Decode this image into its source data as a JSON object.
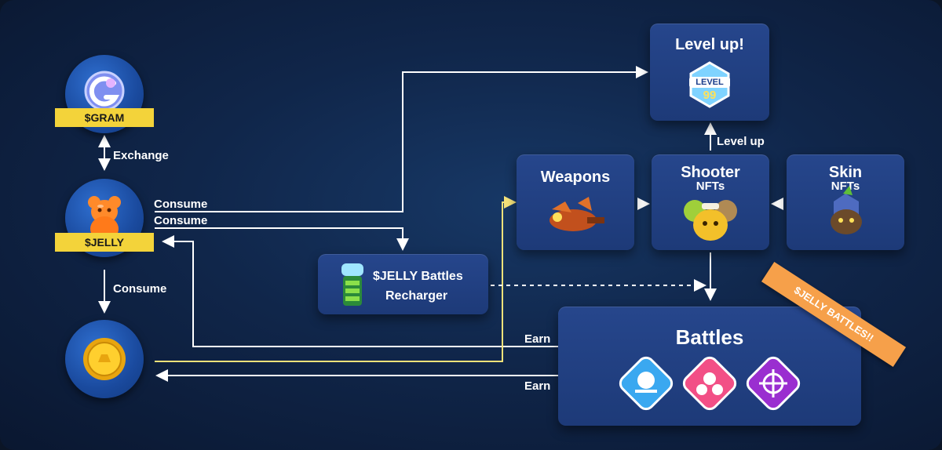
{
  "tokens": {
    "gram_label": "$GRAM",
    "jelly_label": "$JELLY"
  },
  "labels": {
    "exchange": "Exchange",
    "consume_top": "Consume",
    "consume_mid": "Consume",
    "consume_left": "Consume",
    "earn_top": "Earn",
    "earn_bottom": "Earn",
    "level_up_arrow": "Level up"
  },
  "boxes": {
    "level_up_title": "Level up!",
    "level_badge_top": "LEVEL",
    "level_badge_num": "99",
    "weapons_title": "Weapons",
    "shooter_title": "Shooter",
    "shooter_sub": "NFTs",
    "skin_title": "Skin",
    "skin_sub": "NFTs",
    "recharger_line1": "$JELLY Battles",
    "recharger_line2": "Recharger",
    "battles_title": "Battles"
  },
  "banner": "$JELLY BATTLES!!",
  "colors": {
    "arrow": "#ffffff",
    "highlight_arrow": "#f6e27a",
    "ribbon": "#f3d33a",
    "banner": "#f6a04a"
  }
}
